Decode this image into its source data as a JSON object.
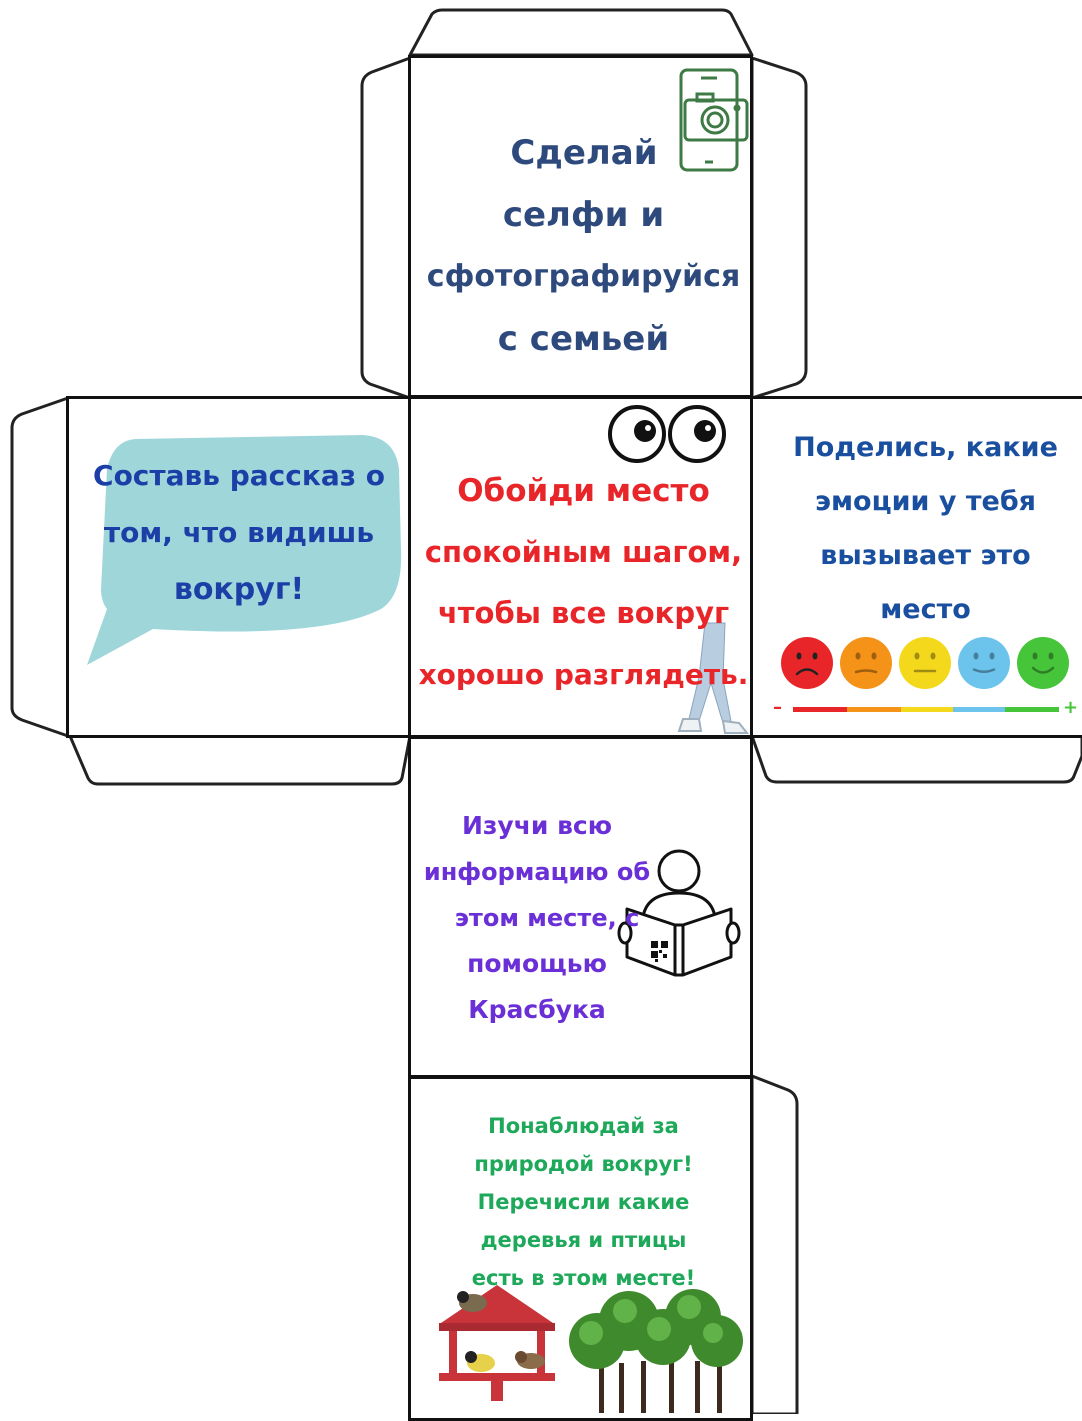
{
  "faces": {
    "selfie": {
      "lines": [
        "Сделай",
        "селфи и",
        "сфотографируйся",
        "с семьей"
      ],
      "color": "#2e4a7d",
      "icon": "phone-camera-icon"
    },
    "story": {
      "lines": [
        "Составь рассказ о",
        "том, что видишь",
        "вокруг!"
      ],
      "color": "#1b3fa6",
      "bubble_color": "#9fd6da",
      "icon": "speech-bubble"
    },
    "walk": {
      "lines": [
        "Обойди место",
        "спокойным шагом,",
        "чтобы все вокруг",
        "хорошо разглядеть."
      ],
      "color": "#e8262a",
      "icon": "eyes-icon"
    },
    "emotions": {
      "lines": [
        "Поделись, какие",
        "эмоции у тебя",
        "вызывает это",
        "место"
      ],
      "color": "#1a4fa0",
      "scale_minus": "–",
      "scale_plus": "+",
      "smiley_colors": [
        "#e8262a",
        "#f59218",
        "#f4d81c",
        "#6cc3ec",
        "#46c43a"
      ]
    },
    "study": {
      "lines": [
        "Изучи всю",
        "информацию об",
        "этом месте, с",
        "помощью",
        "Красбука"
      ],
      "color": "#6a2fd6",
      "icon": "reading-person-icon"
    },
    "nature": {
      "lines": [
        "Понаблюдай за",
        "природой вокруг!",
        "Перечисли какие",
        "деревья и птицы",
        "есть в этом месте!"
      ],
      "color": "#1ea85a",
      "icon": "birds-trees-icon"
    }
  }
}
